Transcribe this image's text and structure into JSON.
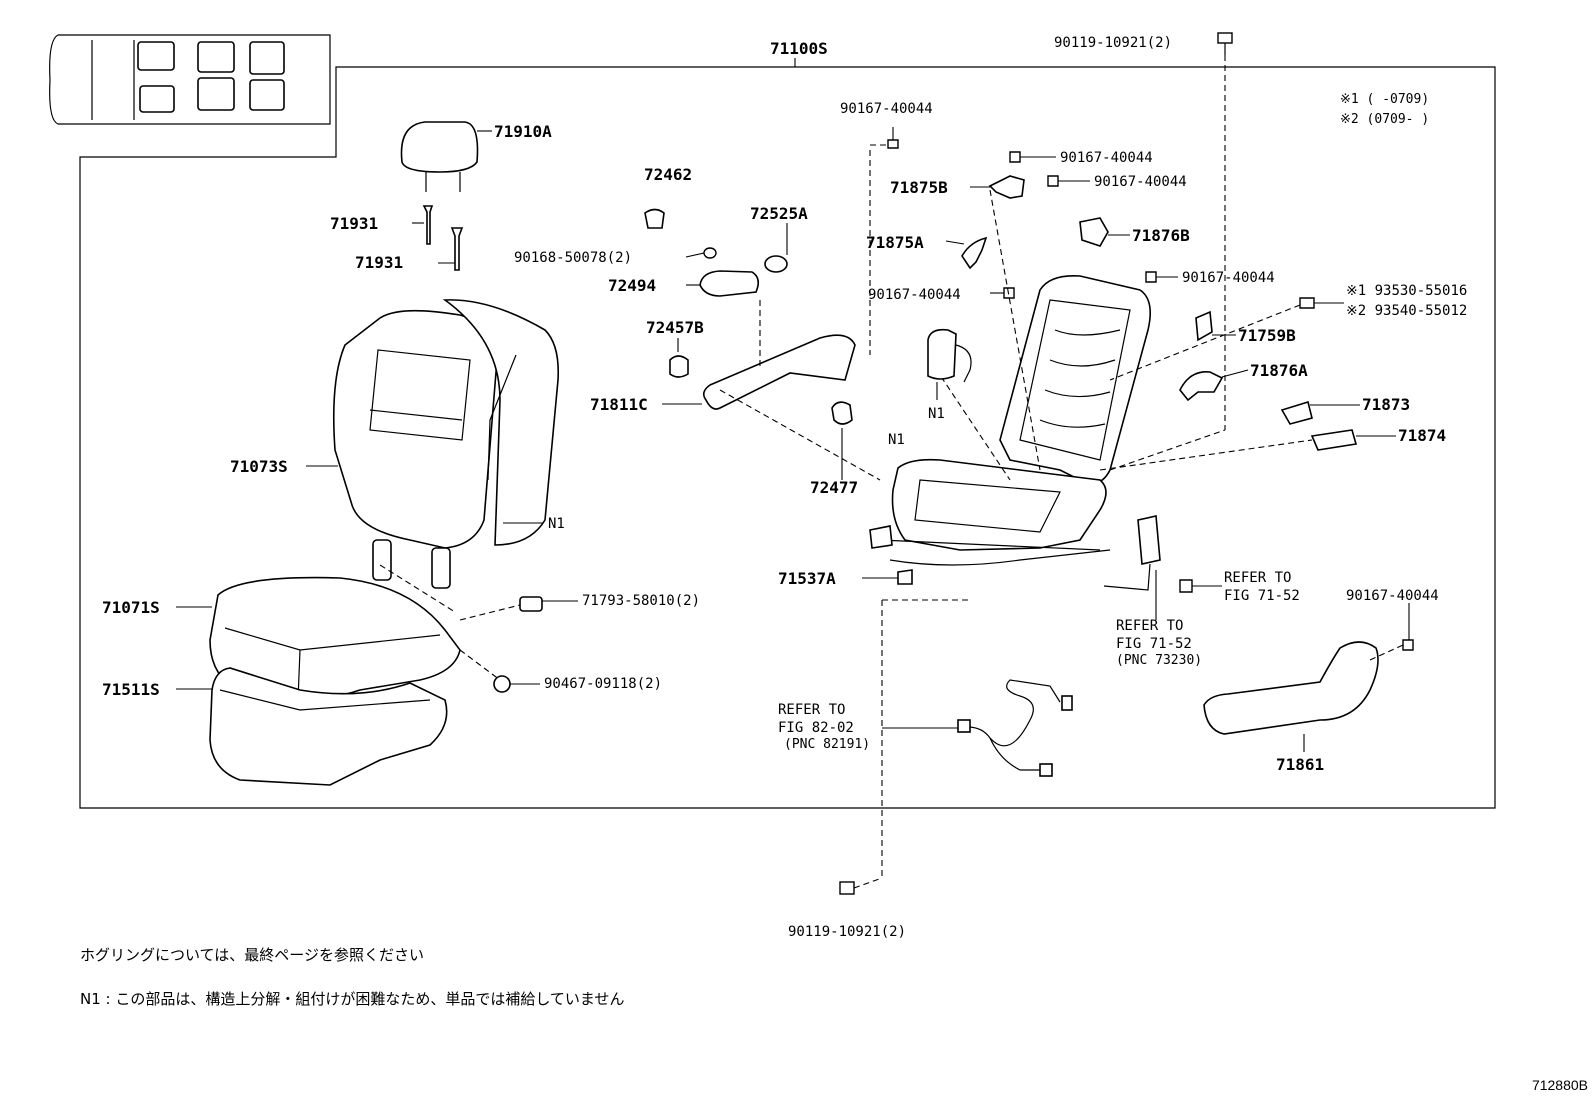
{
  "figure_id": "712880B",
  "legend": {
    "line1": "※1 (    -0709)",
    "line2": "※2 (0709-    )"
  },
  "notes": {
    "hog_ring": "ホグリングについては、最終ページを参照ください",
    "n1": "N1 : この部品は、構造上分解・組付けが困難なため、単品では補給していません"
  },
  "labels": {
    "assembly": "71100S",
    "bolt_top": "90119-10921(2)",
    "bolt_bottom": "90119-10921(2)",
    "headrest": "71910A",
    "guide_1": "71931",
    "guide_2": "71931",
    "cover_back": "71073S",
    "n1_back": "N1",
    "cushion_cover": "71071S",
    "cushion_pad": "71511S",
    "clip": "71793-58010(2)",
    "clip2": "90467-09118(2)",
    "knob": "72462",
    "screw_lever": "90168-50078(2)",
    "cap": "72525A",
    "lever": "72494",
    "bushing": "72457B",
    "shield_inner": "71811C",
    "spring": "72477",
    "cover_small": "71537A",
    "screw_a": "90167-40044",
    "screw_b": "90167-40044",
    "screw_c": "90167-40044",
    "screw_d": "90167-40044",
    "screw_e": "90167-40044",
    "screw_f": "90167-40044",
    "bracket_b": "71875B",
    "bracket_a": "71875A",
    "hinge_b": "71876B",
    "hinge_a": "71876A",
    "bolt_alt_1": "※1 93530-55016",
    "bolt_alt_2": "※2 93540-55012",
    "hook": "71759B",
    "cover_73": "71873",
    "cover_74": "71874",
    "n1_airbag": "N1",
    "n1_frame": "N1",
    "shield_outer": "71861",
    "refer1_a": "REFER TO",
    "refer1_b": "FIG 71-52",
    "refer2_a": "REFER TO",
    "refer2_b": "FIG 71-52",
    "refer2_c": "(PNC 73230)",
    "refer3_a": "REFER TO",
    "refer3_b": "FIG 82-02",
    "refer3_c": "(PNC 82191)"
  }
}
